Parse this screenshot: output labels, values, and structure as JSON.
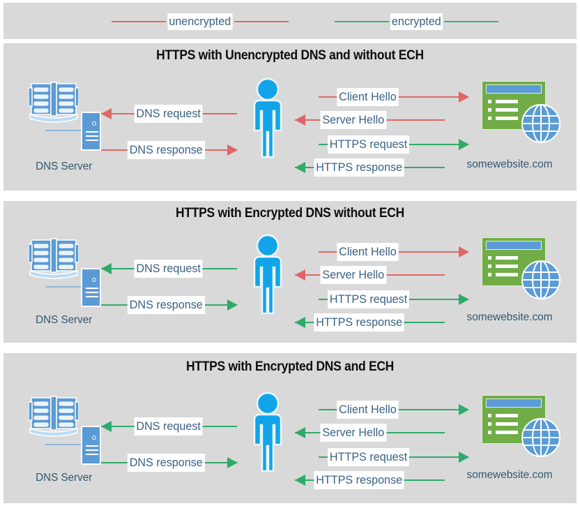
{
  "legend": {
    "items": [
      {
        "label": "unencrypted",
        "color": "#e06666",
        "icon": "line-segment-icon"
      },
      {
        "label": "encrypted",
        "color": "#3cb371",
        "icon": "line-segment-icon"
      }
    ]
  },
  "colors": {
    "unencrypted": "#e06666",
    "encrypted": "#2eab6b",
    "panel_background": "#d9d9d9",
    "page_background": "#ffffff",
    "text_blue": "#3a6186",
    "label_blue": "#31576f",
    "title_black": "#0d0d0d",
    "icon_blue": "#5b9bd5",
    "person_blue": "#12a4e8",
    "site_green": "#70ad47"
  },
  "nodes": {
    "dns_server_label": "DNS Server",
    "website_label": "somewebsite.com",
    "dns_server_icon": "book-and-server-icon",
    "user_icon": "person-icon",
    "website_icon": "browser-window-globe-icon"
  },
  "panels": [
    {
      "id": "panel-1",
      "title": "HTTPS with Unencrypted DNS and without ECH",
      "left_flows": [
        {
          "label": "DNS request",
          "direction": "left",
          "encryption": "unencrypted"
        },
        {
          "label": "DNS response",
          "direction": "right",
          "encryption": "unencrypted"
        }
      ],
      "right_flows": [
        {
          "label": "Client Hello",
          "direction": "right",
          "encryption": "unencrypted"
        },
        {
          "label": "Server Hello",
          "direction": "left",
          "encryption": "unencrypted"
        },
        {
          "label": "HTTPS request",
          "direction": "right",
          "encryption": "encrypted"
        },
        {
          "label": "HTTPS response",
          "direction": "left",
          "encryption": "encrypted"
        }
      ]
    },
    {
      "id": "panel-2",
      "title": "HTTPS with Encrypted DNS without ECH",
      "left_flows": [
        {
          "label": "DNS request",
          "direction": "left",
          "encryption": "encrypted"
        },
        {
          "label": "DNS response",
          "direction": "right",
          "encryption": "encrypted"
        }
      ],
      "right_flows": [
        {
          "label": "Client Hello",
          "direction": "right",
          "encryption": "unencrypted"
        },
        {
          "label": "Server Hello",
          "direction": "left",
          "encryption": "unencrypted"
        },
        {
          "label": "HTTPS request",
          "direction": "right",
          "encryption": "encrypted"
        },
        {
          "label": "HTTPS response",
          "direction": "left",
          "encryption": "encrypted"
        }
      ]
    },
    {
      "id": "panel-3",
      "title": "HTTPS with Encrypted DNS and ECH",
      "left_flows": [
        {
          "label": "DNS request",
          "direction": "left",
          "encryption": "encrypted"
        },
        {
          "label": "DNS response",
          "direction": "right",
          "encryption": "encrypted"
        }
      ],
      "right_flows": [
        {
          "label": "Client Hello",
          "direction": "right",
          "encryption": "encrypted"
        },
        {
          "label": "Server Hello",
          "direction": "left",
          "encryption": "encrypted"
        },
        {
          "label": "HTTPS request",
          "direction": "right",
          "encryption": "encrypted"
        },
        {
          "label": "HTTPS response",
          "direction": "left",
          "encryption": "encrypted"
        }
      ]
    }
  ]
}
